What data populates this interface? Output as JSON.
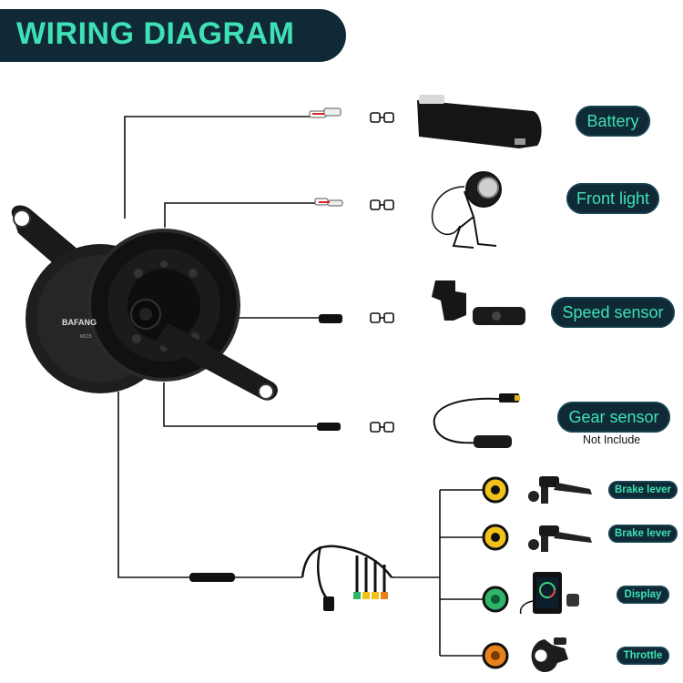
{
  "title": "WIRING DIAGRAM",
  "motor": {
    "brand": "BAFANG",
    "model": "M215"
  },
  "components": [
    {
      "label": "Battery"
    },
    {
      "label": "Front light"
    },
    {
      "label": "Speed sensor"
    },
    {
      "label": "Gear sensor",
      "note": "Not Include"
    }
  ],
  "harness_components": [
    {
      "label": "Brake lever"
    },
    {
      "label": "Brake lever"
    },
    {
      "label": "Display"
    },
    {
      "label": "Throttle"
    }
  ],
  "colors": {
    "banner_bg": "#0f2a36",
    "label_text": "#3fe0b5",
    "brake_connector": "#f2c21a",
    "display_connector": "#2fb56a",
    "throttle_connector": "#e8831c"
  }
}
